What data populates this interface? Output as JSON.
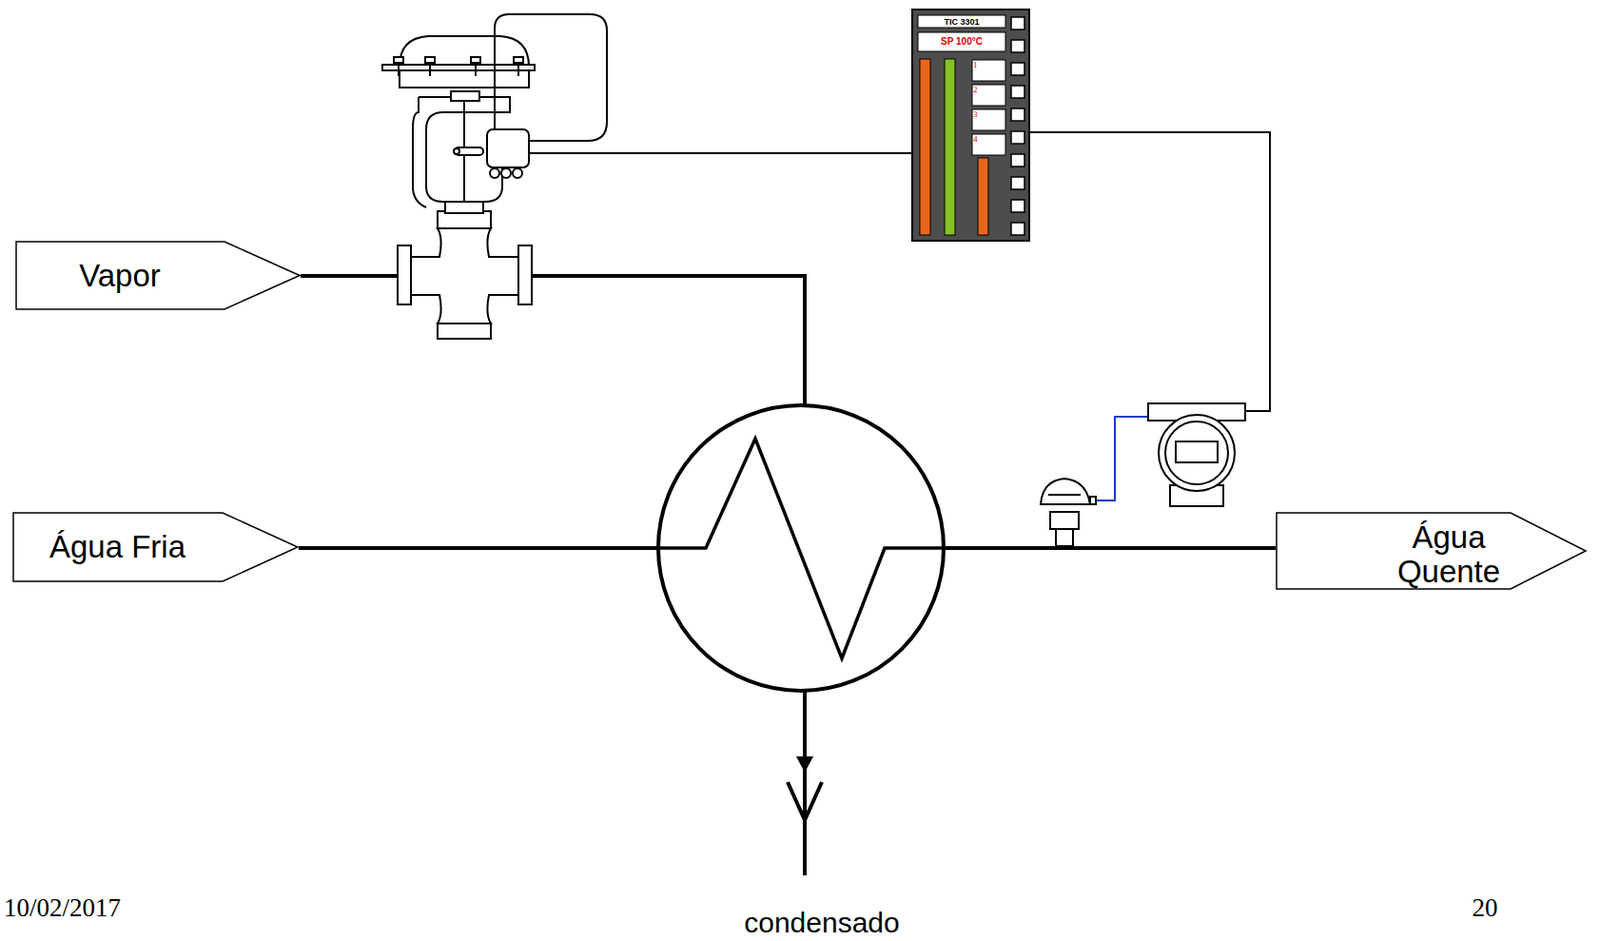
{
  "diagram": {
    "nodes": [
      {
        "text": [
          "TIC 3301",
          "SP 100°C",
          "1",
          "2",
          "3",
          "4"
        ]
      },
      {
        "text": [
          "Vapor"
        ]
      },
      {
        "text": [
          "Água Fria"
        ]
      },
      {
        "text": [
          "Água Quente"
        ]
      }
    ],
    "labels": [
      "condensado",
      "10/02/2017",
      "20"
    ]
  }
}
